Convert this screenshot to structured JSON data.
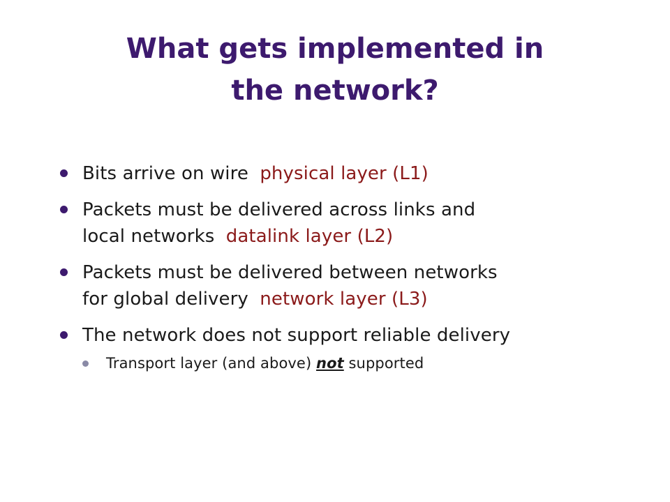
{
  "slide": {
    "title_line1": "What gets implemented in",
    "title_line2": "the network?",
    "colors": {
      "title": "#3d1a6e",
      "accent": "#8b1a1a",
      "bullet": "#3d1a6e",
      "sub_bullet": "#8a8aa6"
    },
    "bullets": [
      {
        "text": "Bits arrive on wire",
        "arrow": "",
        "accent": "physical layer (L1)"
      },
      {
        "text_line1": "Packets must be delivered across links and",
        "text_line2": "local networks",
        "arrow": "",
        "accent": "datalink layer (L2)"
      },
      {
        "text_line1": "Packets must be delivered between networks",
        "text_line2": "for global delivery",
        "arrow": "",
        "accent": "network layer (L3)"
      },
      {
        "text": "The network does not support reliable delivery",
        "sub": {
          "pre": "Transport layer (and above) ",
          "emph": "not",
          "post": " supported"
        }
      }
    ]
  }
}
